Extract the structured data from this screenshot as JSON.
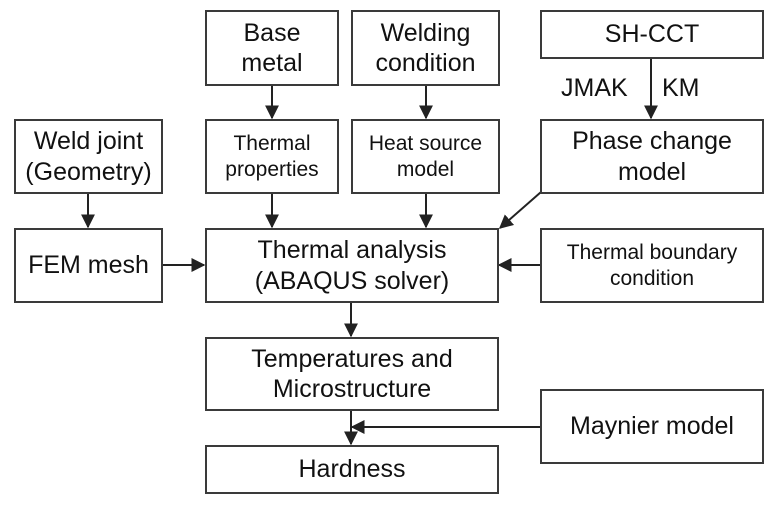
{
  "diagram": {
    "type": "flowchart",
    "nodes": {
      "base_metal": {
        "lines": [
          "Base",
          "metal"
        ]
      },
      "welding_condition": {
        "lines": [
          "Welding",
          "condition"
        ]
      },
      "sh_cct": {
        "lines": [
          "SH-CCT"
        ]
      },
      "weld_joint": {
        "lines": [
          "Weld joint",
          "(Geometry)"
        ]
      },
      "thermal_properties": {
        "lines": [
          "Thermal",
          "properties"
        ]
      },
      "heat_source_model": {
        "lines": [
          "Heat source",
          "model"
        ]
      },
      "phase_change_model": {
        "lines": [
          "Phase change",
          "model"
        ]
      },
      "fem_mesh": {
        "lines": [
          "FEM mesh"
        ]
      },
      "thermal_analysis": {
        "lines": [
          "Thermal analysis",
          "(ABAQUS solver)"
        ]
      },
      "thermal_boundary_condition": {
        "lines": [
          "Thermal boundary",
          "condition"
        ]
      },
      "temperatures_microstructure": {
        "lines": [
          "Temperatures and",
          "Microstructure"
        ]
      },
      "maynier_model": {
        "lines": [
          "Maynier model"
        ]
      },
      "hardness": {
        "lines": [
          "Hardness"
        ]
      }
    },
    "edge_labels": {
      "jmak": "JMAK",
      "km": "KM"
    },
    "edges": [
      {
        "from": "base_metal",
        "to": "thermal_properties"
      },
      {
        "from": "welding_condition",
        "to": "heat_source_model"
      },
      {
        "from": "sh_cct",
        "to": "phase_change_model",
        "labels": [
          "JMAK",
          "KM"
        ]
      },
      {
        "from": "weld_joint",
        "to": "fem_mesh"
      },
      {
        "from": "thermal_properties",
        "to": "thermal_analysis"
      },
      {
        "from": "heat_source_model",
        "to": "thermal_analysis"
      },
      {
        "from": "phase_change_model",
        "to": "thermal_analysis"
      },
      {
        "from": "fem_mesh",
        "to": "thermal_analysis"
      },
      {
        "from": "thermal_boundary_condition",
        "to": "thermal_analysis"
      },
      {
        "from": "thermal_analysis",
        "to": "temperatures_microstructure"
      },
      {
        "from": "temperatures_microstructure",
        "to": "hardness"
      },
      {
        "from": "maynier_model",
        "to": "hardness"
      }
    ],
    "colors": {
      "stroke": "#3a3a3a",
      "text": "#111111",
      "background": "#ffffff"
    }
  }
}
